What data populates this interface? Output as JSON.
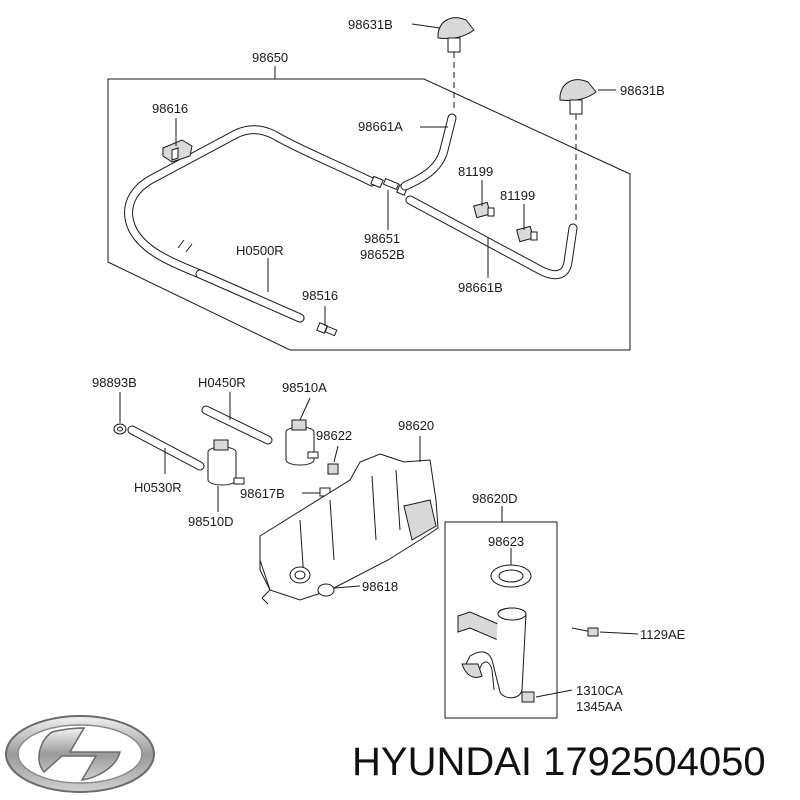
{
  "labels": {
    "nozzle_top": "98631B",
    "nozzle_right": "98631B",
    "hose_assembly": "98650",
    "clip_bracket": "98616",
    "hose_a": "98661A",
    "clip_1": "81199",
    "clip_2": "81199",
    "connector_1": "98651",
    "connector_2": "98652B",
    "hose_b": "98661B",
    "hose_main": "H0500R",
    "valve": "98516",
    "grommet": "98893B",
    "hose_0450": "H0450R",
    "pump_a": "98510A",
    "reservoir": "98620",
    "cap_nut": "98622",
    "hose_0530": "H0530R",
    "plug": "98617B",
    "pump_d": "98510D",
    "filler_assy": "98620D",
    "filler_seal": "98623",
    "seal_ring": "98618",
    "bolt": "1129AE",
    "nut_1": "1310CA",
    "nut_2": "1345AA"
  },
  "brand": {
    "logo": "hyundai-logo-icon",
    "text": "HYUNDAI 1792504050"
  }
}
